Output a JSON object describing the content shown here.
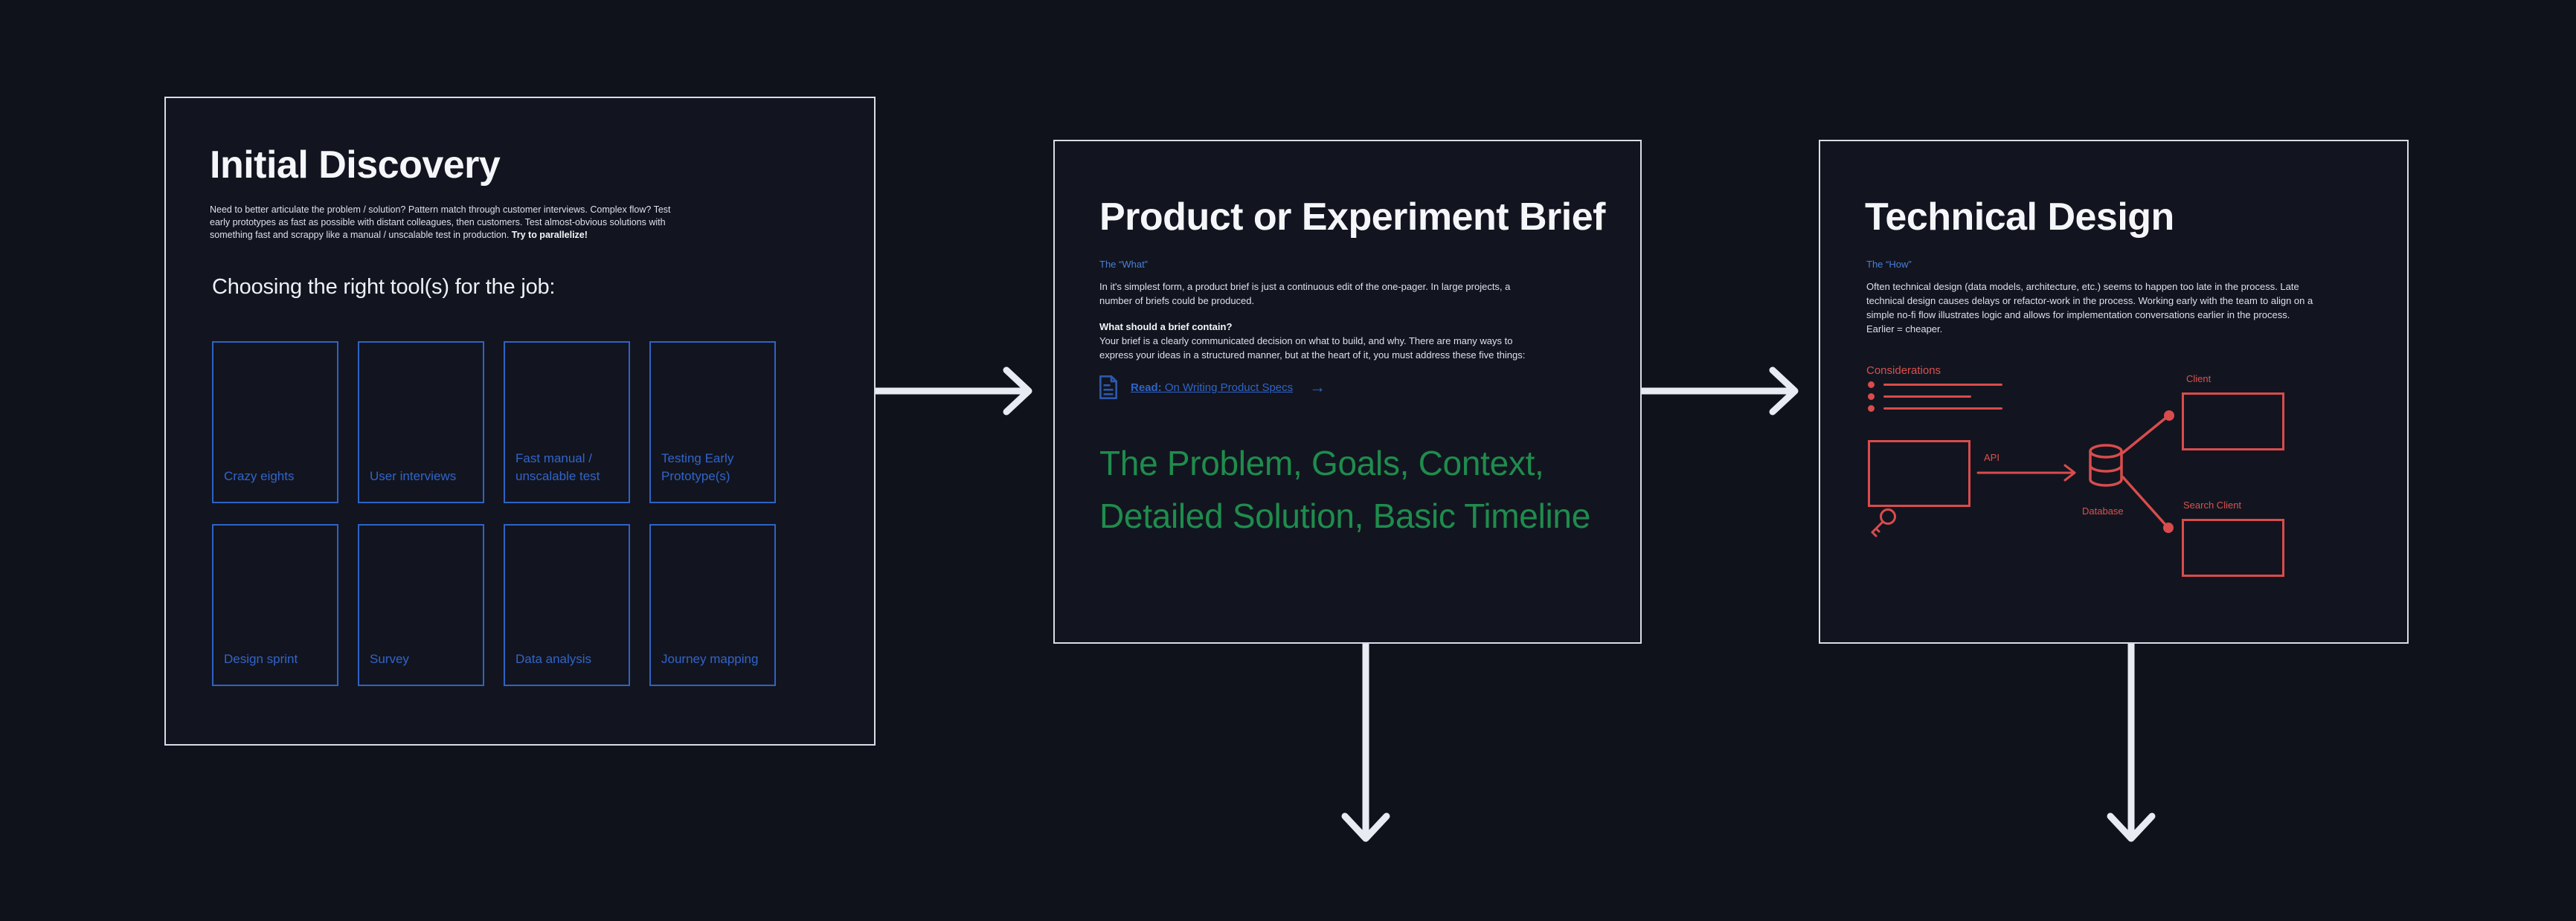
{
  "colors": {
    "background": "#0f121b",
    "panel_border": "#d9dce4",
    "title_white": "#f5f6f9",
    "body_text": "#dde0e8",
    "tool_blue": "#2f62c4",
    "kicker_blue": "#4a7ed9",
    "link_blue": "#2f63c8",
    "highlight_green": "#1f8c4d",
    "diagram_red": "#d94c4c",
    "arrow_white": "#e9ebf2"
  },
  "panels": {
    "discovery": {
      "title": "Initial Discovery",
      "intro_normal": "Need to better articulate the problem / solution? Pattern match through customer interviews. Complex flow? Test early prototypes as fast as possible with distant colleagues, then customers. Test almost-obvious solutions with something fast and scrappy like a manual / unscalable test in production. ",
      "intro_bold": "Try to parallelize!",
      "subheading": "Choosing the right tool(s) for the job:",
      "tools": [
        "Crazy eights",
        "User interviews",
        "Fast manual / unscalable test",
        "Testing Early Prototype(s)",
        "Design sprint",
        "Survey",
        "Data analysis",
        "Journey mapping"
      ]
    },
    "brief": {
      "title": "Product or Experiment Brief",
      "kicker": "The “What”",
      "para1": "In it's simplest form, a product brief is just a continuous edit of the one-pager. In large projects, a number of briefs could be produced.",
      "question_heading": "What should a brief contain?",
      "para2": "Your brief is a clearly communicated decision on what to build, and why. There are many ways to express your ideas in a structured manner, but at the heart of it, you must address these five things:",
      "link_prefix": "Read:",
      "link_text": " On Writing Product Specs",
      "link_arrow": "→",
      "highlight": "The Problem, Goals, Context, Detailed Solution, Basic Timeline"
    },
    "technical": {
      "title": "Technical Design",
      "kicker": "The “How”",
      "para": "Often technical design (data models, architecture, etc.) seems to happen too late in the process. Late technical design causes delays or refactor-work in the process. Working early with the team to align on a simple no-fi flow illustrates logic and allows for implementation conversations earlier in the process. Earlier = cheaper.",
      "considerations_label": "Considerations",
      "diagram": {
        "api_label": "API",
        "database_label": "Database",
        "client_label": "Client",
        "search_client_label": "Search Client"
      }
    }
  }
}
